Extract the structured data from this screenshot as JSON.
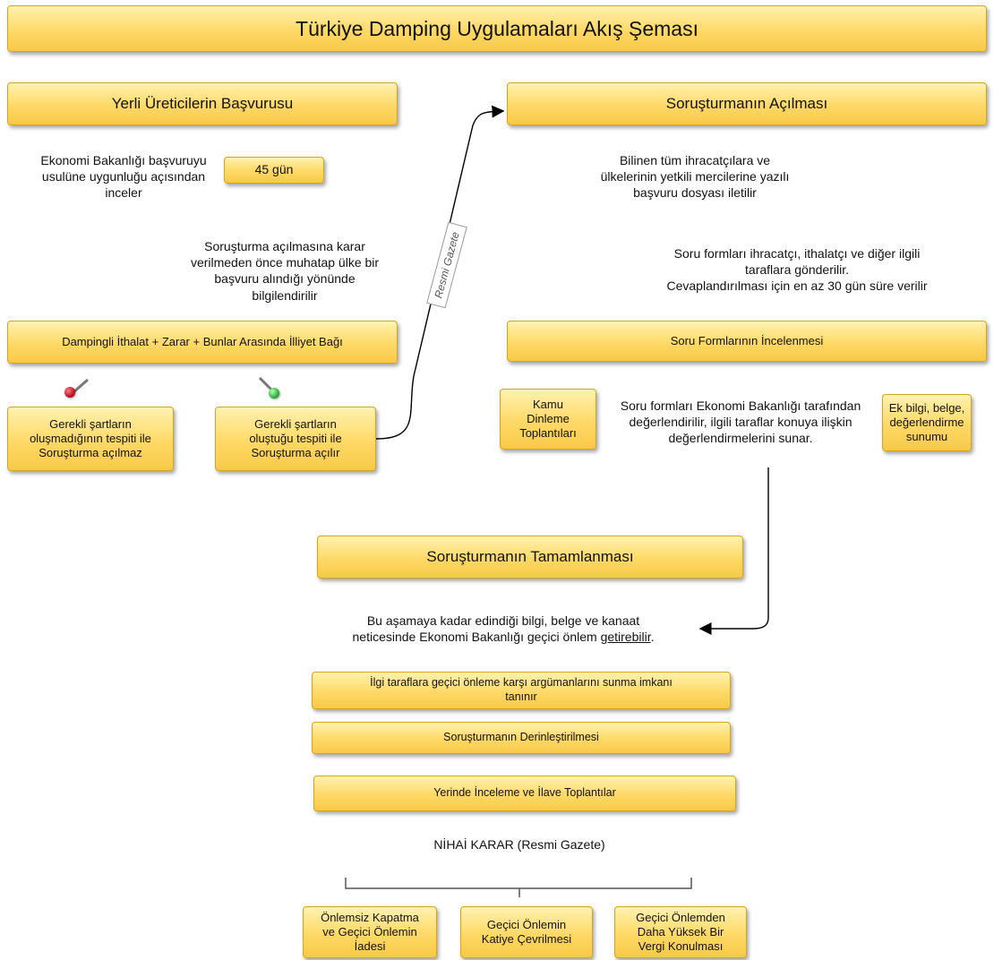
{
  "title": "Türkiye Damping Uygulamaları Akış Şeması",
  "applicant": {
    "heading": "Yerli Üreticilerin Başvurusu",
    "review_text_1": "Ekonomi Bakanlığı başvuruyu",
    "review_text_2": "usulüne uygunluğu açısından",
    "review_text_3": "inceler",
    "days_badge": "45 gün",
    "notice_text_1": "Soruşturma açılmasına karar",
    "notice_text_2": "verilmeden önce muhatap ülke bir",
    "notice_text_3": "başvuru alındığı yönünde",
    "notice_text_4": "bilgilendirilir",
    "criteria_box": "Dampingli İthalat + Zarar + Bunlar Arasında İlliyet Bağı",
    "negative_1": "Gerekli şartların",
    "negative_2": "oluşmadığının tespiti ile",
    "negative_3": "Soruşturma açılmaz",
    "positive_1": "Gerekli şartların",
    "positive_2": "oluştuğu tespiti ile",
    "positive_3": "Soruşturma açılır"
  },
  "connector_label": "Resmi Gazete",
  "opening": {
    "heading": "Soruşturmanın Açılması",
    "text_1": "Bilinen tüm ihracatçılara ve",
    "text_2": "ülkelerinin yetkili mercilerine yazılı",
    "text_3": "başvuru dosyası iletilir",
    "forms_text_1": "Soru formları ihracatçı, ithalatçı ve diğer ilgili",
    "forms_text_2": "taraflara gönderilir.",
    "forms_text_3": "Cevaplandırılması için en az 30 gün süre verilir",
    "review_box": "Soru Formlarının İncelenmesi",
    "hearing_1": "Kamu",
    "hearing_2": "Dinleme",
    "hearing_3": "Toplantıları",
    "eval_text_1": "Soru formları Ekonomi Bakanlığı tarafından",
    "eval_text_2": "değerlendirilir, ilgili taraflar konuya ilişkin",
    "eval_text_3": "değerlendirmelerini sunar.",
    "extra_1": "Ek bilgi, belge,",
    "extra_2": "değerlendirme",
    "extra_3": "sunumu"
  },
  "completion": {
    "heading": "Soruşturmanın Tamamlanması",
    "text_1": "Bu aşamaya kadar edindiği bilgi, belge ve kanaat",
    "text_2_start": "neticesinde Ekonomi Bakanlığı geçici önlem ",
    "text_2_underlined": "getirebilir",
    "text_2_end": ".",
    "step_1a": "İlgi taraflara geçici önleme karşı argümanlarını sunma imkanı",
    "step_1b": "tanınır",
    "step_2": "Soruşturmanın Derinleştirilmesi",
    "step_3": "Yerinde İnceleme ve İlave Toplantılar",
    "final_decision": "NİHAİ KARAR (Resmi Gazete)",
    "outcome_1a": "Önlemsiz Kapatma",
    "outcome_1b": "ve Geçici Önlemin",
    "outcome_1c": "İadesi",
    "outcome_2a": "Geçici Önlemin",
    "outcome_2b": "Katiye Çevrilmesi",
    "outcome_3a": "Geçici Önlemden",
    "outcome_3b": "Daha Yüksek Bir",
    "outcome_3c": "Vergi Konulması"
  },
  "colors": {
    "box_fill": "#ffd966",
    "box_border": "#d6a520",
    "pin_red": "#b3001b",
    "pin_green": "#1fa22e"
  }
}
